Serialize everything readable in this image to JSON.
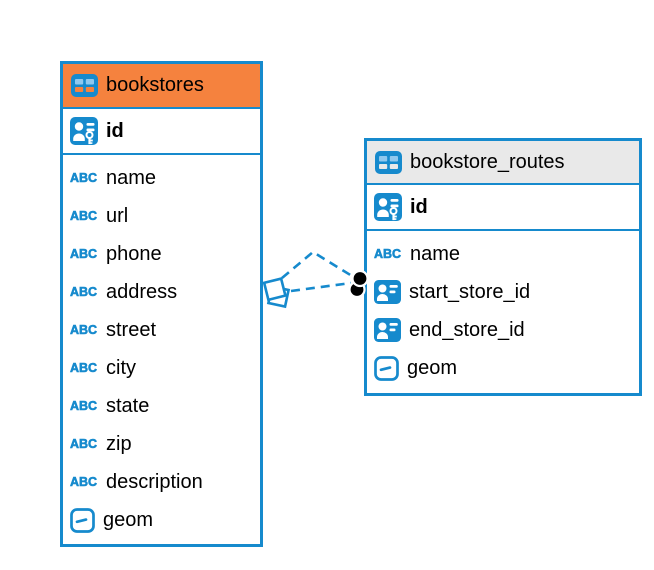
{
  "diagram": {
    "kind": "entity-relationship-diagram",
    "colors": {
      "accent_blue": "#168ACD",
      "icon_light_blue": "#8FC8EE",
      "selected_header_orange": "#F5823E",
      "header_gray": "#E9E9E9",
      "connector_dot_black": "#000000",
      "background": "#FFFFFF"
    },
    "icons": {
      "text_type_label": "ABC"
    },
    "tables": [
      {
        "name": "bookstores",
        "header_color": "#F5823E",
        "columns": [
          {
            "name": "id",
            "type": "primary-key"
          },
          {
            "name": "name",
            "type": "text"
          },
          {
            "name": "url",
            "type": "text"
          },
          {
            "name": "phone",
            "type": "text"
          },
          {
            "name": "address",
            "type": "text"
          },
          {
            "name": "street",
            "type": "text"
          },
          {
            "name": "city",
            "type": "text"
          },
          {
            "name": "state",
            "type": "text"
          },
          {
            "name": "zip",
            "type": "text"
          },
          {
            "name": "description",
            "type": "text"
          },
          {
            "name": "geom",
            "type": "geometry"
          }
        ]
      },
      {
        "name": "bookstore_routes",
        "header_color": "#E9E9E9",
        "columns": [
          {
            "name": "id",
            "type": "primary-key"
          },
          {
            "name": "name",
            "type": "text"
          },
          {
            "name": "start_store_id",
            "type": "foreign-key"
          },
          {
            "name": "end_store_id",
            "type": "foreign-key"
          },
          {
            "name": "geom",
            "type": "geometry"
          }
        ]
      }
    ],
    "relationships": [
      {
        "from_table": "bookstores",
        "to_table": "bookstore_routes",
        "to_column": "start_store_id",
        "line_style": "dashed",
        "from_marker": "diamond",
        "to_marker": "dot"
      },
      {
        "from_table": "bookstores",
        "to_table": "bookstore_routes",
        "to_column": "end_store_id",
        "line_style": "dashed",
        "from_marker": "diamond",
        "to_marker": "dot"
      }
    ]
  }
}
